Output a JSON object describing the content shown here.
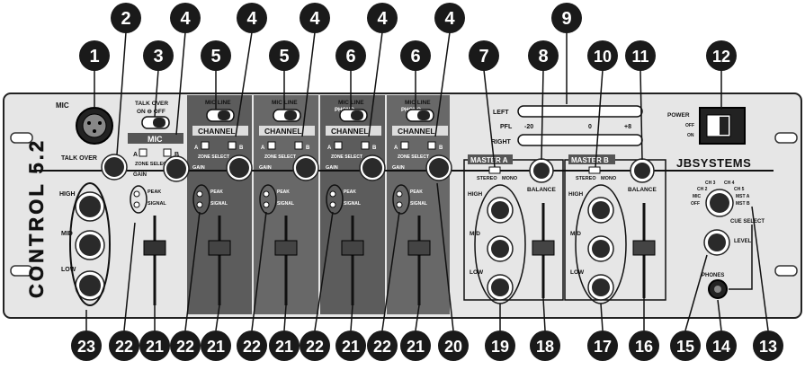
{
  "panel": {
    "brand_title": "CONTROL 5.2",
    "manufacturer": "JBSYSTEMS",
    "mic_label": "MIC",
    "talkover_label": "TALK OVER",
    "gain_label": "GAIN",
    "high_label": "HIGH",
    "mid_label": "MID",
    "low_label": "LOW",
    "talkover_switch_label": "TALK OVER",
    "talkover_onoff_label": "ON ⊖ OFF",
    "mic_channel_label": "MIC",
    "zone_select_label": "ZONE SELECT",
    "peak_label": "PEAK",
    "signal_label": "SIGNAL",
    "channel_label": "CHANNEL",
    "mic_line_label": "MIC  LINE",
    "phono_line_label": "MIC  LINE",
    "phono_label": "PHONO",
    "master_a_label": "MASTER A",
    "master_b_label": "MASTER B",
    "balance_label": "BALANCE",
    "stereo_label": "STEREO",
    "mono_label": "MONO",
    "left_label": "LEFT",
    "right_label": "RIGHT",
    "pfl_label": "PFL",
    "meter_minus20": "-20",
    "meter_0": "0",
    "meter_plus8": "+8",
    "power_label": "POWER",
    "off_label": "OFF",
    "on_label": "ON",
    "cue_select_label": "CUE SELECT",
    "level_label": "LEVEL",
    "phones_label": "PHONES",
    "cue_ch_labels": [
      "CH 3",
      "CH 4",
      "CH 2",
      "CH 5",
      "MIC",
      "MST A",
      "OFF",
      "MST B"
    ],
    "zone_a": "A",
    "zone_b": "B"
  },
  "callouts_top": [
    "1",
    "2",
    "3",
    "4",
    "5",
    "4",
    "5",
    "4",
    "6",
    "4",
    "6",
    "4",
    "7",
    "8",
    "9",
    "10",
    "11",
    "12"
  ],
  "callouts_bottom": [
    "23",
    "22",
    "21",
    "22",
    "21",
    "22",
    "21",
    "22",
    "21",
    "22",
    "21",
    "20",
    "19",
    "18",
    "17",
    "16",
    "15",
    "14",
    "13"
  ],
  "colors": {
    "panel_face": "#e6e6e6",
    "channel_strip": "#5c5c5c",
    "callout_fill": "#1a1a1a",
    "knob": "#2a2a2a"
  }
}
